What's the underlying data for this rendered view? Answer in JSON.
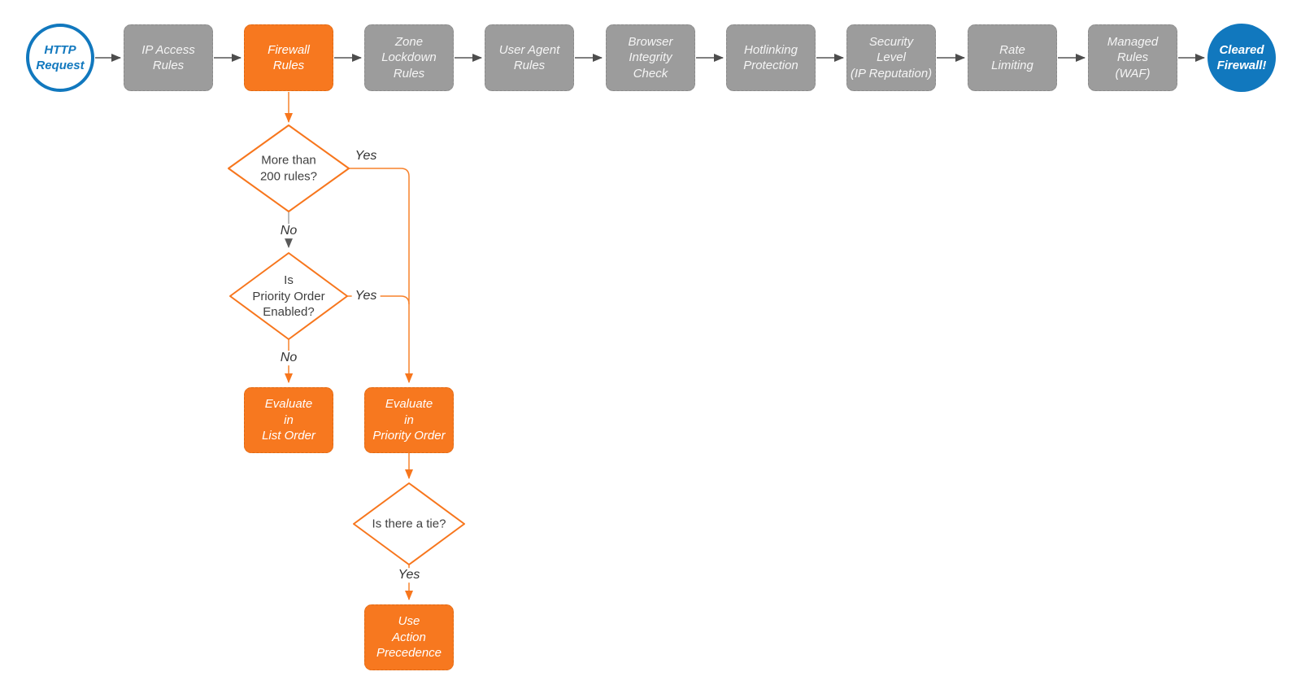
{
  "diagram": {
    "title_hint": "HTTP request firewall evaluation flowchart",
    "start": {
      "label": "HTTP\nRequest"
    },
    "end": {
      "label": "Cleared\nFirewall!"
    },
    "pipeline": [
      {
        "label": "IP Access\nRules",
        "style": "gray"
      },
      {
        "label": "Firewall\nRules",
        "style": "orange"
      },
      {
        "label": "Zone\nLockdown\nRules",
        "style": "gray"
      },
      {
        "label": "User Agent\nRules",
        "style": "gray"
      },
      {
        "label": "Browser\nIntegrity\nCheck",
        "style": "gray"
      },
      {
        "label": "Hotlinking\nProtection",
        "style": "gray"
      },
      {
        "label": "Security\nLevel\n(IP Reputation)",
        "style": "gray"
      },
      {
        "label": "Rate\nLimiting",
        "style": "gray"
      },
      {
        "label": "Managed\nRules\n(WAF)",
        "style": "gray"
      }
    ],
    "decisions": {
      "rules_count": {
        "label": "More than\n200 rules?",
        "yes": "Yes",
        "no": "No"
      },
      "priority_enabled": {
        "label": "Is\nPriority Order\nEnabled?",
        "yes": "Yes",
        "no": "No"
      },
      "tie": {
        "label": "Is there a tie?",
        "yes": "Yes"
      }
    },
    "outcomes": {
      "list_order": {
        "label": "Evaluate\nin\nList Order"
      },
      "priority_order": {
        "label": "Evaluate\nin\nPriority Order"
      },
      "action_precedence": {
        "label": "Use\nAction\nPrecedence"
      }
    }
  },
  "colors": {
    "orange_node": "#F7781F",
    "gray_node": "#9C9C9C",
    "blue": "#1178BE",
    "connector_dark": "#555555",
    "arrowhead_dark": "#4D4D4D",
    "connector_orange": "#F7822C",
    "arrowhead_orange": "#F7761D",
    "connector_gray": "#9B9B9B",
    "arrowhead_gray": "#5A5A5A",
    "text_dark": "#3F3F3F",
    "text_light": "#F5F5F5",
    "background": "#FFFFFF"
  }
}
